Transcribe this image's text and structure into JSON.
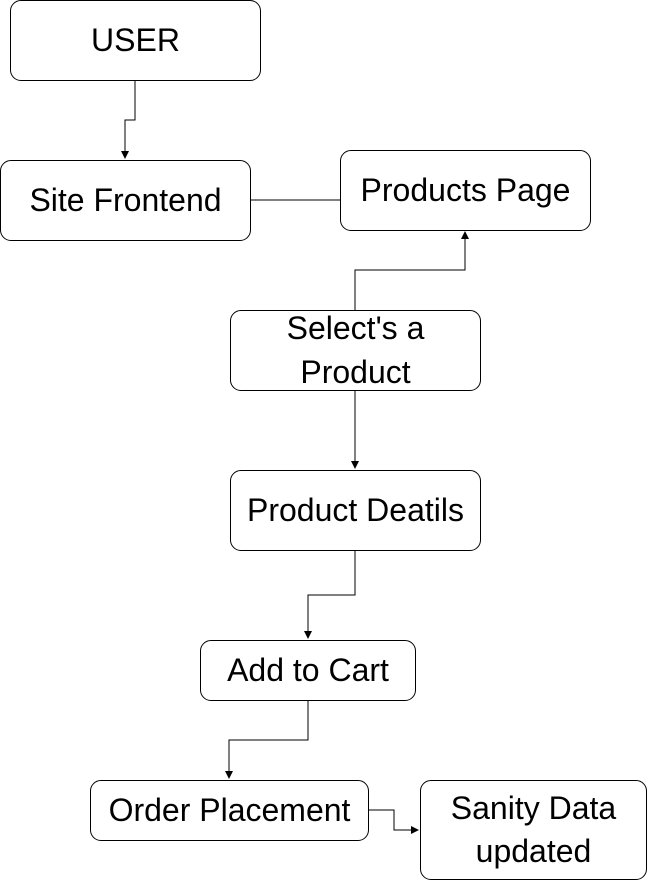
{
  "diagram": {
    "nodes": {
      "user": "USER",
      "site_frontend": "Site Frontend",
      "products_page": "Products Page",
      "select_product": "Select's a\nProduct",
      "product_details": "Product Deatils",
      "add_to_cart": "Add to Cart",
      "order_placement": "Order Placement",
      "sanity_data": "Sanity Data\nupdated"
    },
    "edges": [
      {
        "from": "user",
        "to": "site_frontend",
        "arrow": true
      },
      {
        "from": "site_frontend",
        "to": "products_page",
        "arrow": false
      },
      {
        "from": "select_product",
        "to": "products_page",
        "arrow": true
      },
      {
        "from": "select_product",
        "to": "product_details",
        "arrow": true
      },
      {
        "from": "product_details",
        "to": "add_to_cart",
        "arrow": true
      },
      {
        "from": "add_to_cart",
        "to": "order_placement",
        "arrow": true
      },
      {
        "from": "order_placement",
        "to": "sanity_data",
        "arrow": true
      }
    ],
    "colors": {
      "stroke": "#000000",
      "fill": "#ffffff",
      "text": "#000000"
    }
  }
}
